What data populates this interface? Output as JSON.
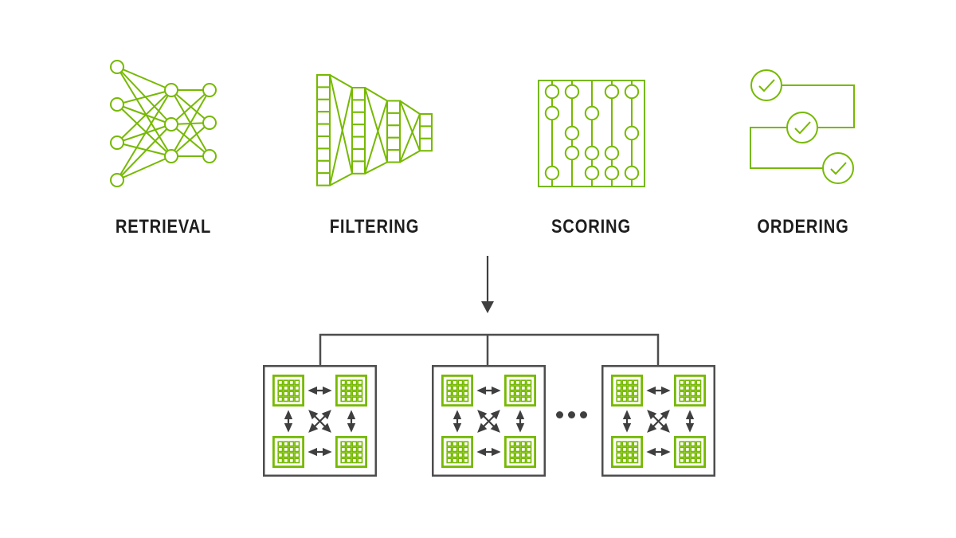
{
  "colors": {
    "green": "#76b900",
    "arrow_dark": "#3f3f3f",
    "connector_gray": "#4d4d4d",
    "text": "#1e1e1e",
    "background": "#ffffff"
  },
  "stages": [
    {
      "label": "RETRIEVAL",
      "icon": "neural-network-icon"
    },
    {
      "label": "FILTERING",
      "icon": "filter-funnel-icon"
    },
    {
      "label": "SCORING",
      "icon": "abacus-scoring-icon"
    },
    {
      "label": "ORDERING",
      "icon": "ordered-checkmarks-icon"
    }
  ],
  "flow": {
    "down_arrow": "pipeline output flows down to GPU clusters",
    "branch_count": 3,
    "ellipsis_dots": 3
  },
  "clusters": {
    "count": 3,
    "chips_per_cluster": 4,
    "chip_grid": "4x4"
  }
}
